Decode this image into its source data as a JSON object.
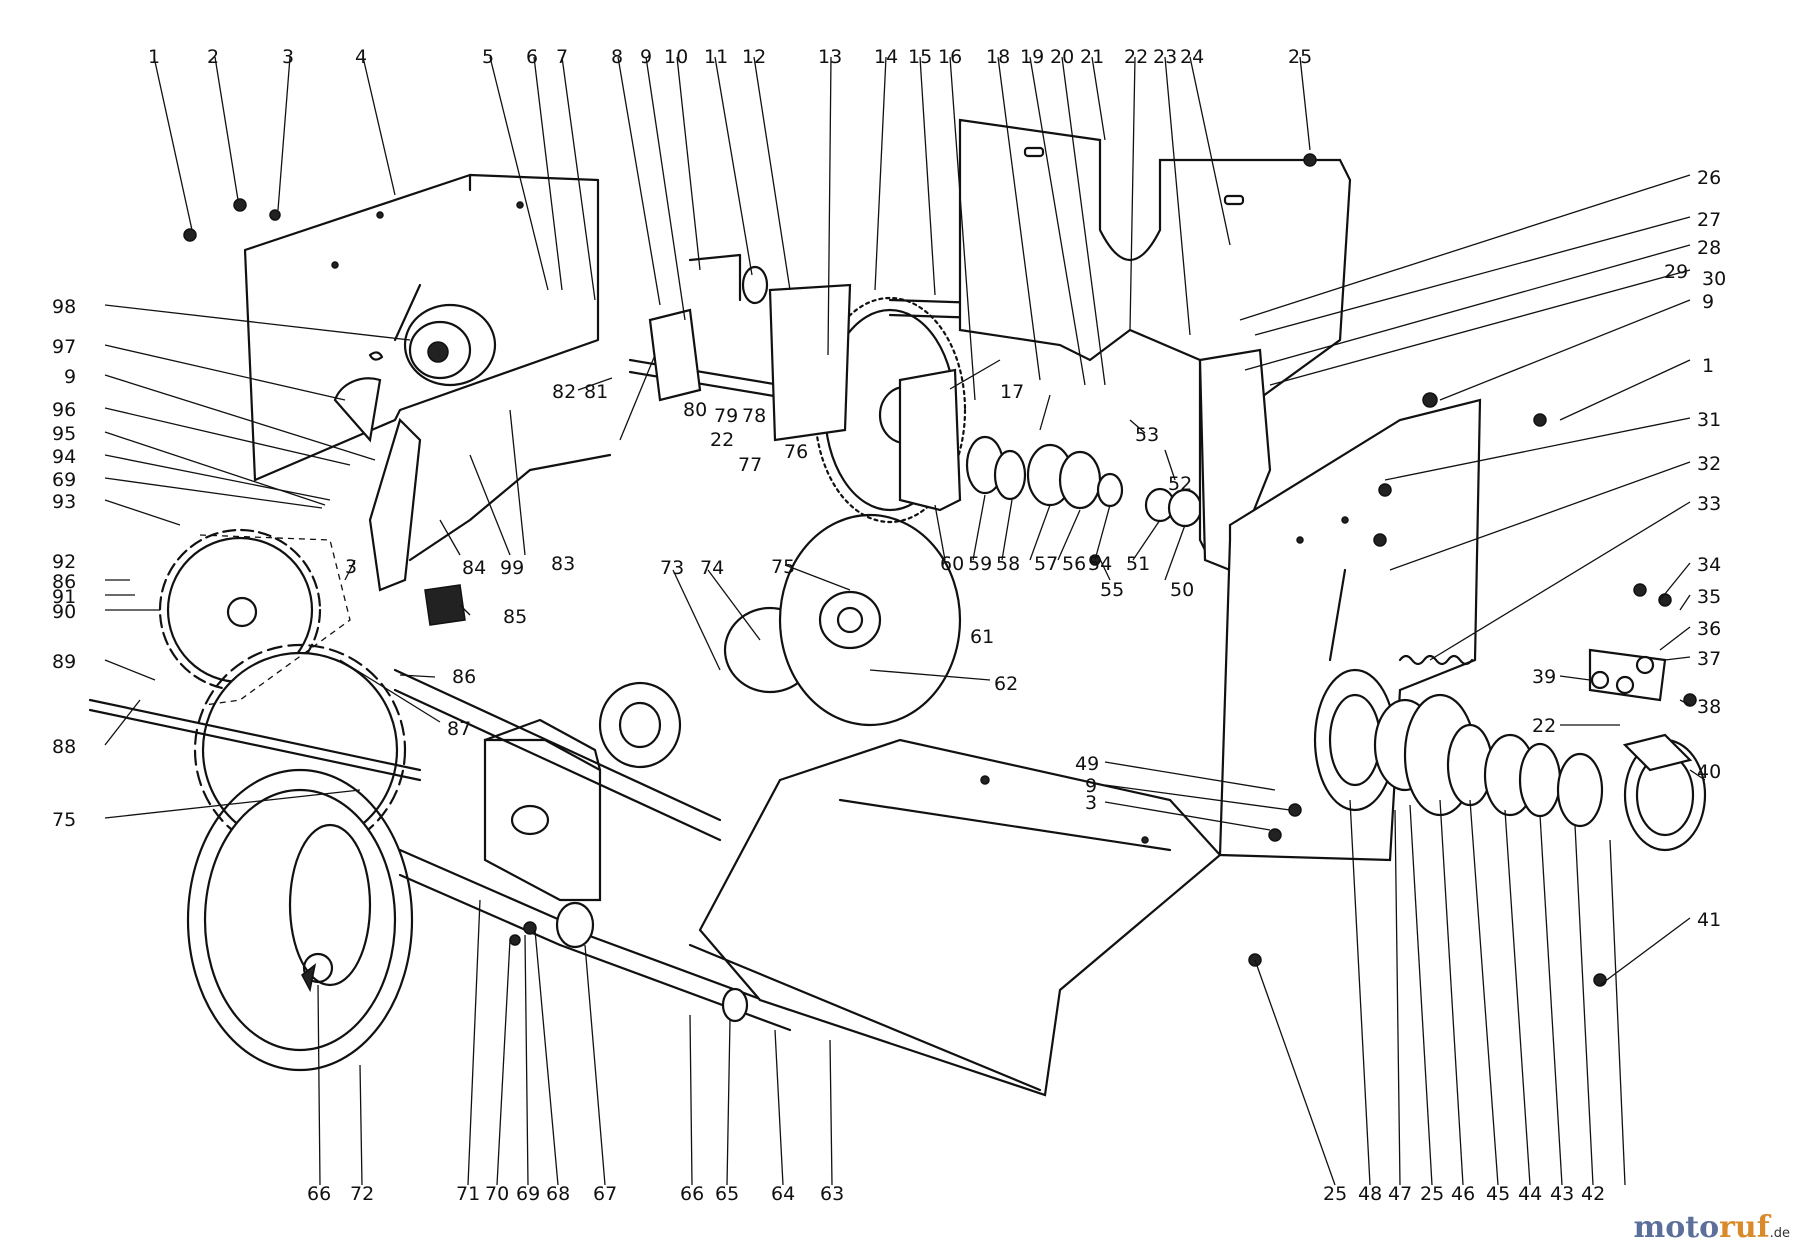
{
  "watermark": {
    "part1": "moto",
    "part2": "ruf",
    "domain": ".de"
  },
  "callout_labels": [
    "1",
    "2",
    "3",
    "4",
    "5",
    "6",
    "7",
    "8",
    "9",
    "10",
    "11",
    "12",
    "13",
    "14",
    "15",
    "16",
    "18",
    "19",
    "20",
    "21",
    "22",
    "23",
    "24",
    "25",
    "26",
    "27",
    "28",
    "29",
    "30",
    "9",
    "1",
    "31",
    "32",
    "33",
    "34",
    "35",
    "36",
    "37",
    "39",
    "38",
    "22",
    "40",
    "49",
    "9",
    "3",
    "41",
    "98",
    "97",
    "9",
    "96",
    "95",
    "94",
    "69",
    "93",
    "92",
    "86",
    "91",
    "90",
    "89",
    "88",
    "75",
    "82",
    "81",
    "80",
    "79",
    "78",
    "22",
    "77",
    "76",
    "17",
    "53",
    "52",
    "60",
    "59",
    "58",
    "57",
    "56",
    "54",
    "55",
    "51",
    "50",
    "83",
    "84",
    "99",
    "85",
    "3",
    "73",
    "74",
    "75",
    "61",
    "62",
    "86",
    "87",
    "66",
    "72",
    "71",
    "70",
    "69",
    "68",
    "67",
    "66",
    "65",
    "64",
    "63",
    "25",
    "48",
    "47",
    "25",
    "46",
    "45",
    "44",
    "43",
    "42"
  ]
}
